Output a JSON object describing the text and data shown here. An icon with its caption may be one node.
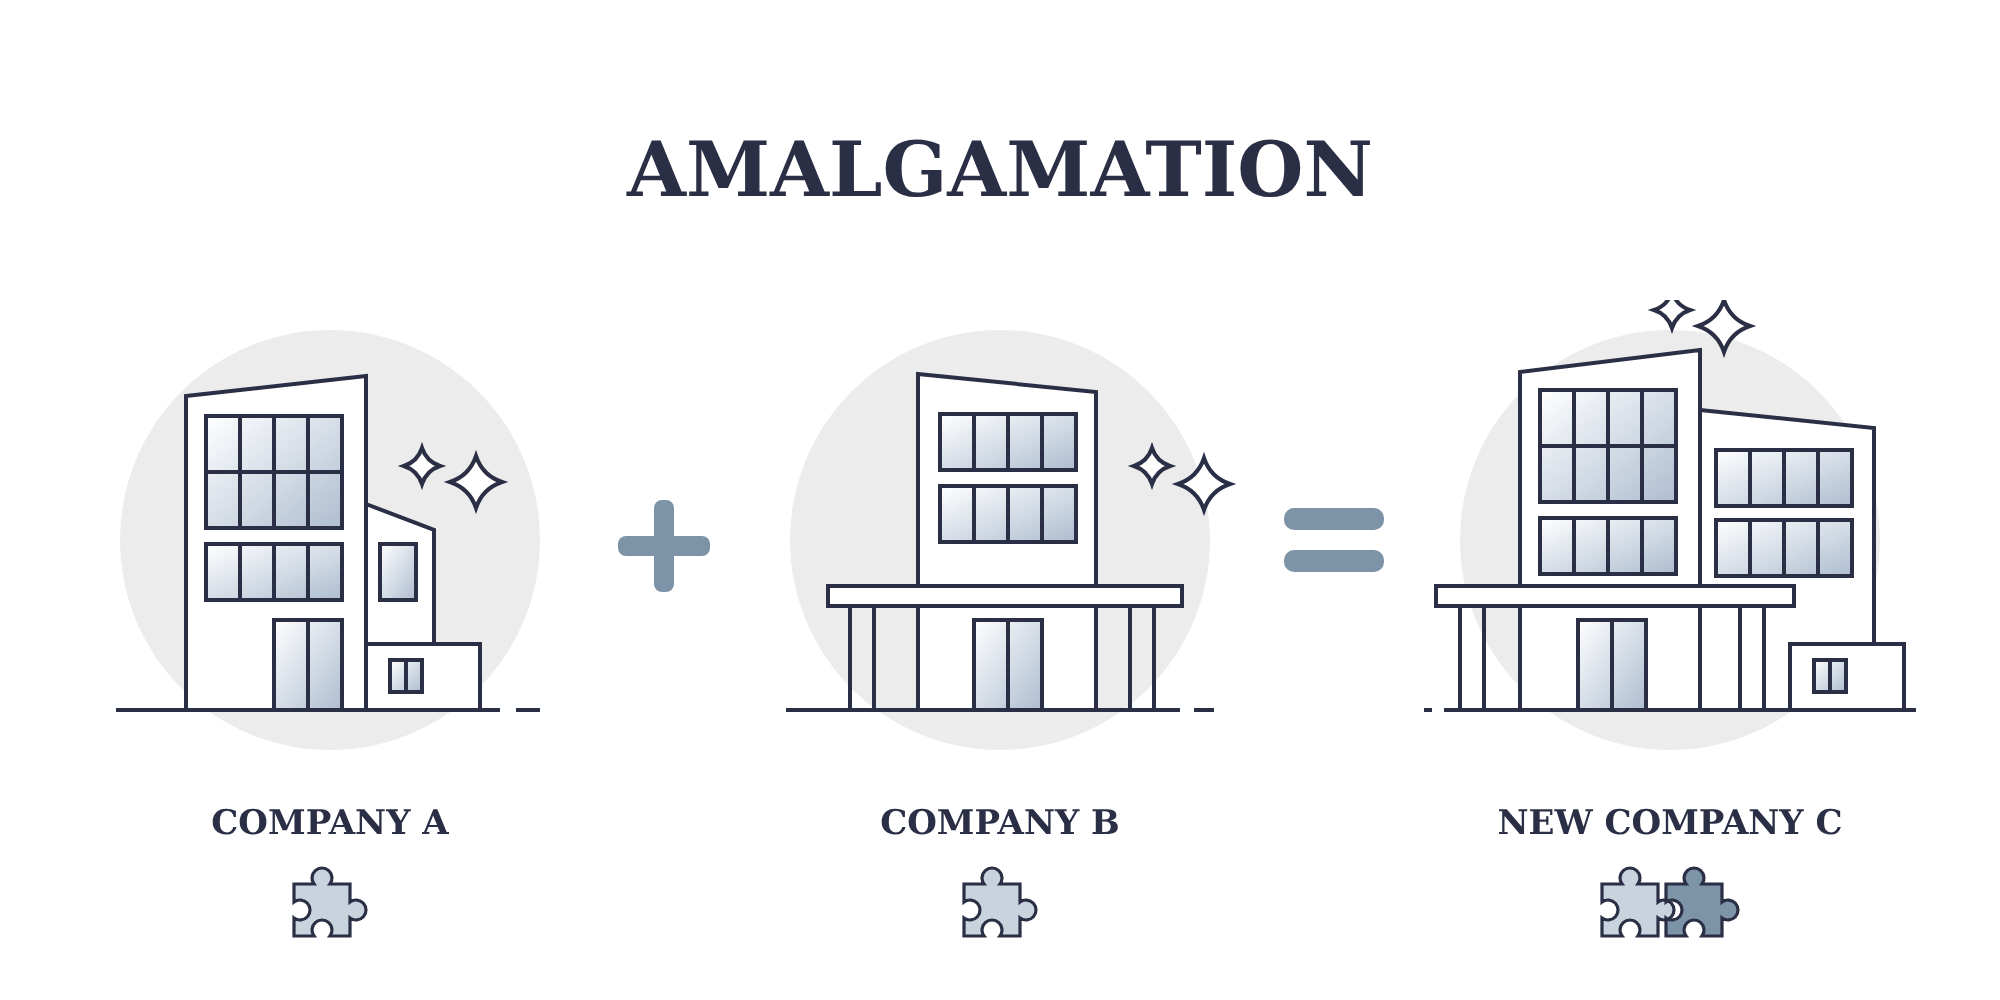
{
  "diagram": {
    "title": "AMALGAMATION",
    "nodes": [
      {
        "text": [
          "COMPANY A"
        ]
      },
      {
        "text": [
          "COMPANY B"
        ]
      },
      {
        "text": [
          "NEW COMPANY C"
        ]
      }
    ]
  }
}
